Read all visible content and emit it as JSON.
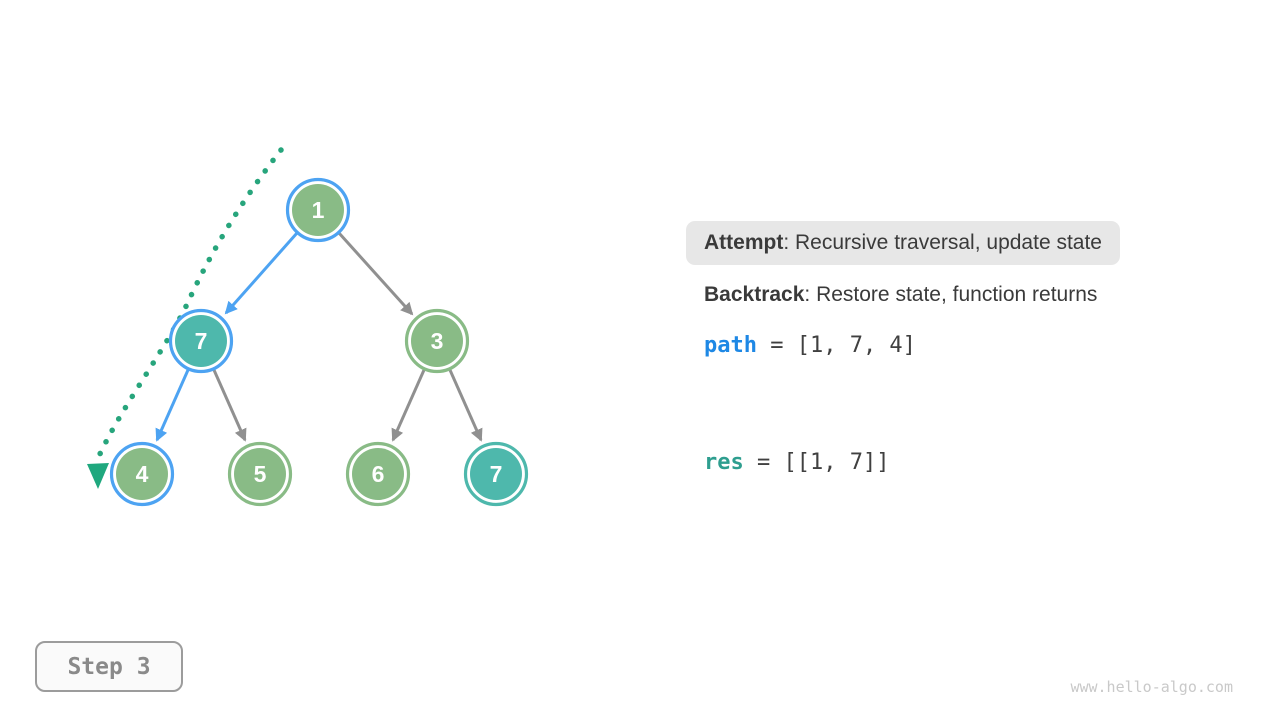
{
  "palette": {
    "node_green": "#89BB86",
    "node_teal": "#4EB8AC",
    "active_blue": "#4DA3F2",
    "edge_gray": "#909090",
    "trace_green": "#27A57C",
    "code_path_blue": "#1E88E5",
    "code_res_teal": "#2E9E8F",
    "callout_bg_gray": "#E7E7E7"
  },
  "tree": {
    "nodes": [
      {
        "value": "1",
        "fill": "green",
        "ring": "blue",
        "state": "on-current-path"
      },
      {
        "value": "7",
        "fill": "teal",
        "ring": "blue",
        "state": "on-current-path"
      },
      {
        "value": "3",
        "fill": "green",
        "ring": "green",
        "state": "default"
      },
      {
        "value": "4",
        "fill": "green",
        "ring": "blue",
        "state": "on-current-path"
      },
      {
        "value": "5",
        "fill": "green",
        "ring": "green",
        "state": "default"
      },
      {
        "value": "6",
        "fill": "green",
        "ring": "green",
        "state": "default"
      },
      {
        "value": "7",
        "fill": "teal",
        "ring": "teal",
        "state": "matched"
      }
    ],
    "edges": [
      {
        "from": "1",
        "to": "7",
        "style": "active-blue"
      },
      {
        "from": "1",
        "to": "3",
        "style": "gray"
      },
      {
        "from": "7",
        "to": "4",
        "style": "active-blue"
      },
      {
        "from": "7",
        "to": "5",
        "style": "gray"
      },
      {
        "from": "3",
        "to": "6",
        "style": "gray"
      },
      {
        "from": "3",
        "to": "7",
        "style": "gray"
      }
    ],
    "trace": "dotted green curve with arrowhead along left side of current path"
  },
  "panel": {
    "attempt_label": "Attempt",
    "attempt_text": ": Recursive traversal, update state",
    "backtrack_label": "Backtrack",
    "backtrack_text": ": Restore state, function returns",
    "path_var": "path",
    "path_rest": " = [1, 7, 4]",
    "res_var": "res",
    "res_rest": " = [[1, 7]]"
  },
  "step_badge": {
    "label": "Step 3"
  },
  "watermark": "www.hello-algo.com"
}
